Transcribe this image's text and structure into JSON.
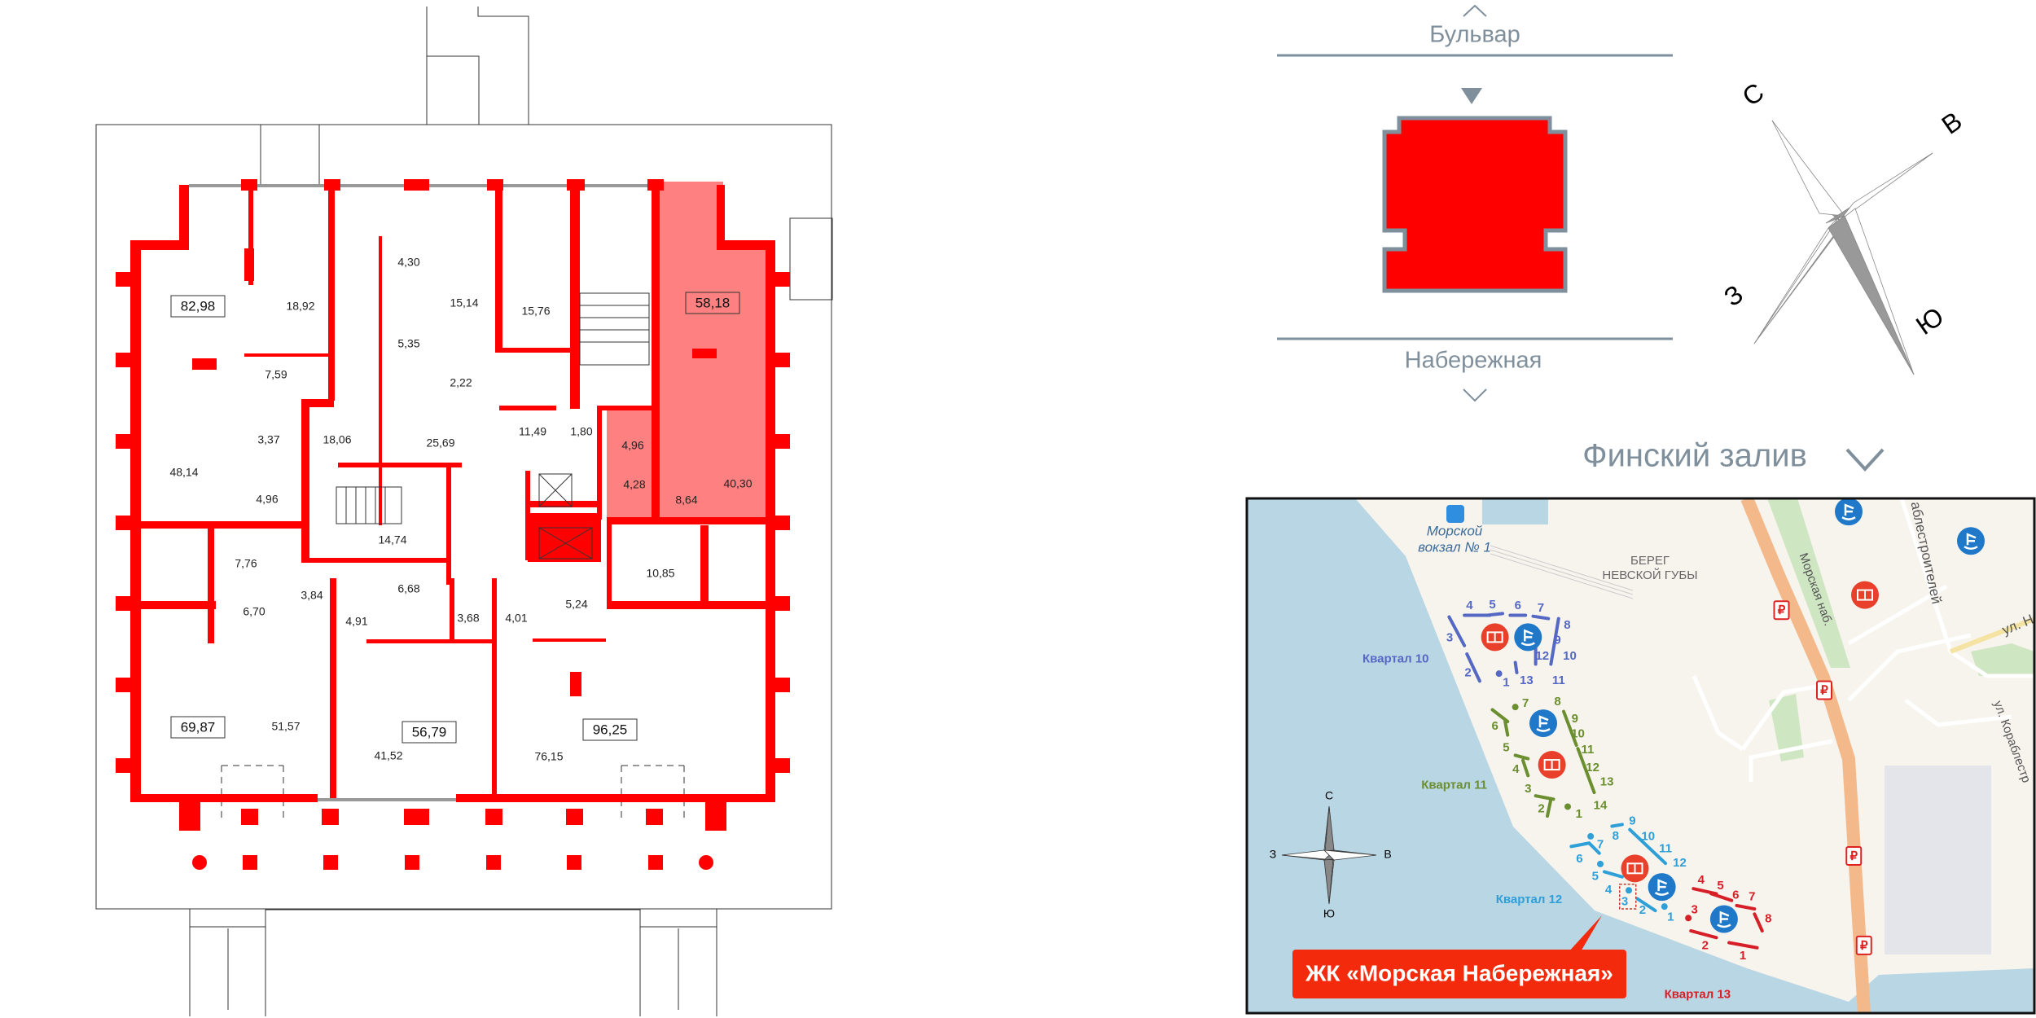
{
  "floor_plan": {
    "highlight_color": "#ff8080",
    "wall_color": "#ff0000",
    "boxed_areas": [
      "82,98",
      "58,18",
      "69,87",
      "56,79",
      "96,25"
    ],
    "areas": [
      "18,92",
      "4,30",
      "15,14",
      "15,76",
      "5,35",
      "2,22",
      "7,59",
      "3,37",
      "18,06",
      "25,69",
      "11,49",
      "1,80",
      "4,96",
      "48,14",
      "4,96",
      "4,28",
      "8,64",
      "40,30",
      "14,74",
      "7,76",
      "10,85",
      "6,68",
      "3,84",
      "5,24",
      "6,70",
      "4,91",
      "3,68",
      "4,01",
      "51,57",
      "41,52",
      "76,15"
    ]
  },
  "situation": {
    "top_street": "Бульвар",
    "bottom_street": "Набережная",
    "gulf": "Финский залив",
    "building_color": "#ff0000",
    "text_color": "#7f8f9c"
  },
  "compass": {
    "north": "С",
    "east": "В",
    "west": "З",
    "south": "Ю"
  },
  "map": {
    "port_label_1": "Морской",
    "port_label_2": "вокзал № 1",
    "district_1": "БЕРЕГ",
    "district_2": "НЕВСКОЙ ГУБЫ",
    "street_1": "Морская наб.",
    "street_2": "аблестроителей",
    "street_3": "ул. Н",
    "street_4": "ул. Кораблестр",
    "callout": "ЖК «Морская Набережная»",
    "callout_color": "#f42a0c",
    "compass": {
      "north": "С",
      "east": "В",
      "west": "З",
      "south": "Ю"
    },
    "quarters": [
      {
        "name": "Квартал 10",
        "color": "#5468c4",
        "numbers": [
          "4",
          "5",
          "6",
          "7",
          "8",
          "9",
          "10",
          "12",
          "3",
          "2",
          "1",
          "13",
          "11"
        ]
      },
      {
        "name": "Квартал 11",
        "color": "#6b8e2e",
        "numbers": [
          "7",
          "8",
          "9",
          "10",
          "11",
          "12",
          "13",
          "6",
          "5",
          "4",
          "3",
          "2",
          "1",
          "14"
        ]
      },
      {
        "name": "Квартал 12",
        "color": "#2f9fd8",
        "numbers": [
          "9",
          "8",
          "10",
          "7",
          "11",
          "6",
          "12",
          "5",
          "4",
          "3",
          "2",
          "1"
        ]
      },
      {
        "name": "Квартал 13",
        "color": "#d61f26",
        "numbers": [
          "4",
          "5",
          "6",
          "7",
          "3",
          "8",
          "2",
          "1"
        ]
      }
    ],
    "ruble_symbol": "₽"
  }
}
